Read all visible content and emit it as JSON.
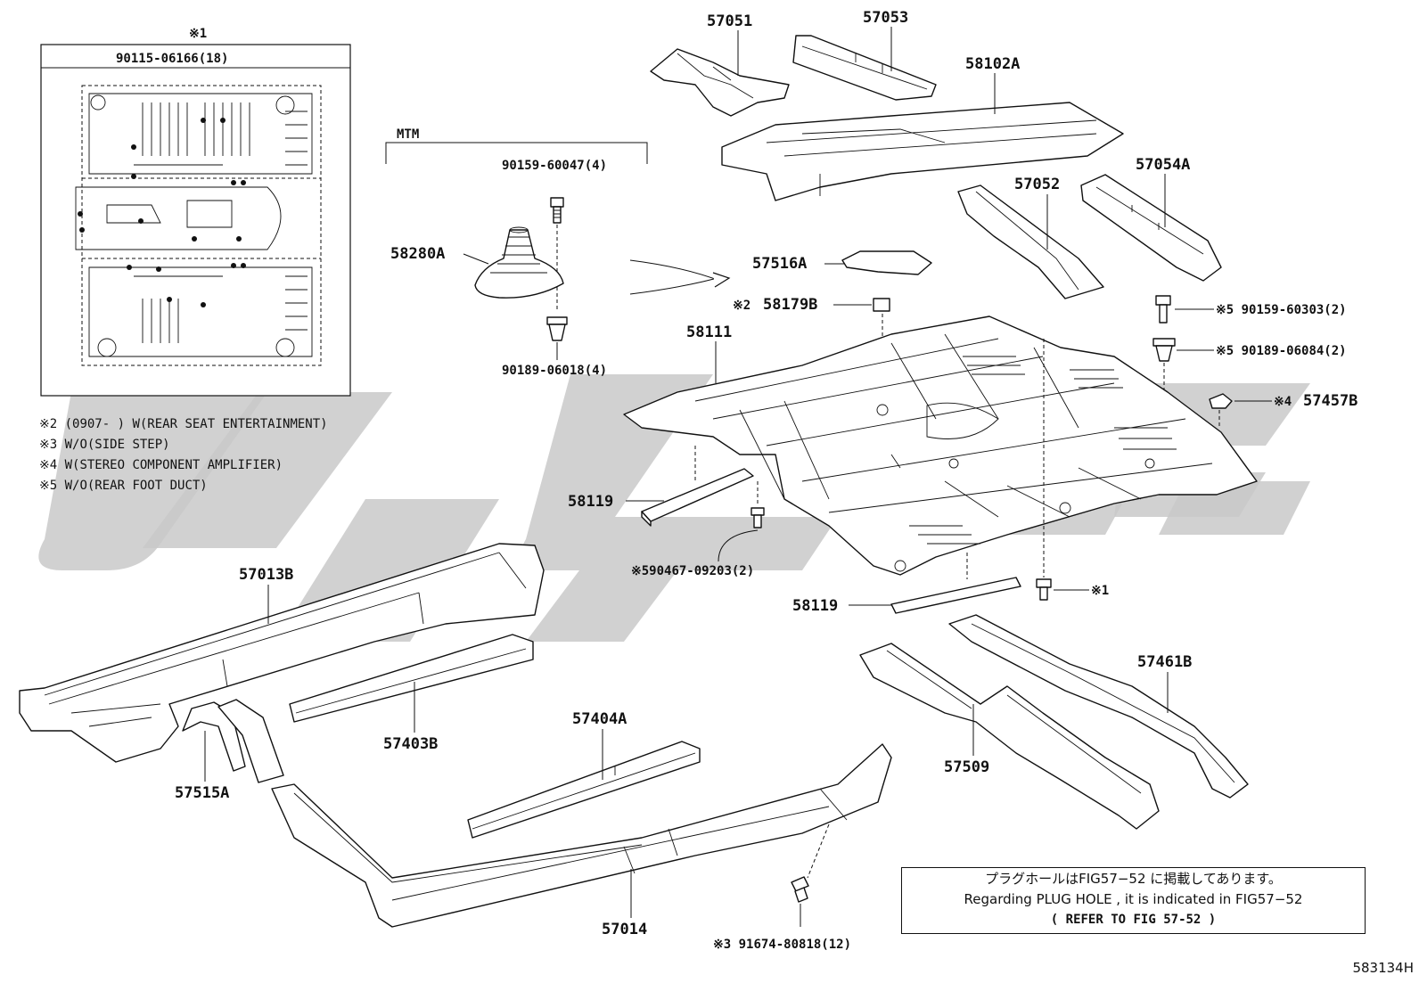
{
  "inset": {
    "mark": "※1",
    "part_number": "90115-06166(18)"
  },
  "mtm_label": "MTM",
  "notes": [
    "※2 (0907-      ) W(REAR SEAT ENTERTAINMENT)",
    "※3 W/O(SIDE STEP)",
    "※4 W(STEREO COMPONENT AMPLIFIER)",
    "※5 W/O(REAR FOOT DUCT)"
  ],
  "labels": {
    "p57051": "57051",
    "p57053": "57053",
    "p58102A": "58102A",
    "p57052": "57052",
    "p57054A": "57054A",
    "p57516A": "57516A",
    "p58179B_mark": "※2",
    "p58179B": "58179B",
    "p90159_60303": "※5  90159-60303(2)",
    "p90189_06084": "※5  90189-06084(2)",
    "p57457B_mark": "※4",
    "p57457B": "57457B",
    "p90159_60047": "90159-60047(4)",
    "p58280A": "58280A",
    "p90189_06018": "90189-06018(4)",
    "p58111": "58111",
    "p58119a": "58119",
    "p90467": "※590467-09203(2)",
    "p58119b": "58119",
    "p_mark1": "※1",
    "p57013B": "57013B",
    "p57403B": "57403B",
    "p57515A": "57515A",
    "p57404A": "57404A",
    "p57014": "57014",
    "p91674": "※3 91674-80818(12)",
    "p57509": "57509",
    "p57461B": "57461B"
  },
  "notice": {
    "line1": "プラグホールはFIG57−52 に掲載してあります。",
    "line2": "Regarding  PLUG HOLE , it is indicated in FIG57−52",
    "line3": "( REFER TO FIG 57-52 )"
  },
  "figure_id": "583134H",
  "colors": {
    "watermark": "#c9c9c9",
    "ink": "#111111"
  }
}
